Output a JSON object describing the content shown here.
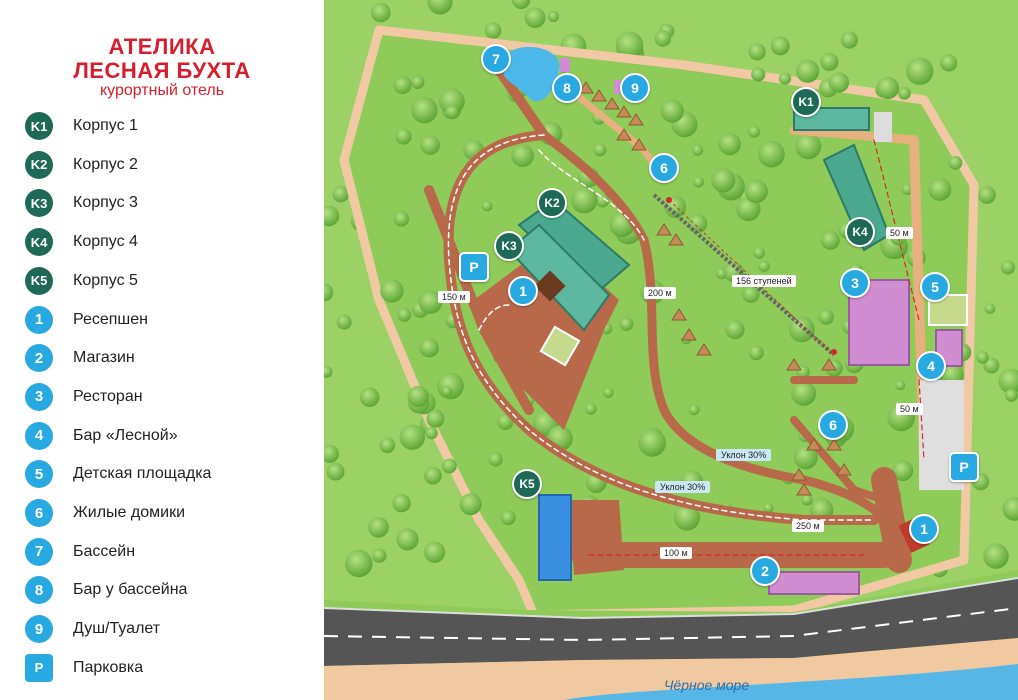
{
  "brand": {
    "line1": "АТЕЛИКА",
    "line2": "ЛЕСНАЯ БУХТА",
    "subtitle": "курортный отель"
  },
  "colors": {
    "accent_red": "#d81e2c",
    "dark_badge": "#1f6a57",
    "blue_badge": "#29a9e1",
    "lawn": "#8fcb58",
    "path": "#b8694a",
    "border_path": "#f2c9a5",
    "road": "#555555",
    "beach": "#f1c9a0",
    "sea": "#56b7e6"
  },
  "legend": [
    {
      "badge": "K1",
      "label": "Корпус 1",
      "style": "dark"
    },
    {
      "badge": "K2",
      "label": "Корпус 2",
      "style": "dark"
    },
    {
      "badge": "K3",
      "label": "Корпус 3",
      "style": "dark"
    },
    {
      "badge": "K4",
      "label": "Корпус 4",
      "style": "dark"
    },
    {
      "badge": "K5",
      "label": "Корпус 5",
      "style": "dark"
    },
    {
      "badge": "1",
      "label": "Ресепшен",
      "style": "blue"
    },
    {
      "badge": "2",
      "label": "Магазин",
      "style": "blue"
    },
    {
      "badge": "3",
      "label": "Ресторан",
      "style": "blue"
    },
    {
      "badge": "4",
      "label": "Бар «Лесной»",
      "style": "blue"
    },
    {
      "badge": "5",
      "label": "Детская площадка",
      "style": "blue"
    },
    {
      "badge": "6",
      "label": "Жилые домики",
      "style": "blue"
    },
    {
      "badge": "7",
      "label": "Бассейн",
      "style": "blue"
    },
    {
      "badge": "8",
      "label": "Бар у бассейна",
      "style": "blue"
    },
    {
      "badge": "9",
      "label": "Душ/Туалет",
      "style": "blue"
    },
    {
      "badge": "P",
      "label": "Парковка",
      "style": "square"
    }
  ],
  "map": {
    "markers": [
      {
        "text": "7"
      },
      {
        "text": "8"
      },
      {
        "text": "9"
      },
      {
        "text": "K1"
      },
      {
        "text": "6"
      },
      {
        "text": "K2"
      },
      {
        "text": "K3"
      },
      {
        "text": "K4"
      },
      {
        "text": "P"
      },
      {
        "text": "1"
      },
      {
        "text": "3"
      },
      {
        "text": "5"
      },
      {
        "text": "4"
      },
      {
        "text": "6"
      },
      {
        "text": "P"
      },
      {
        "text": "K5"
      },
      {
        "text": "1"
      },
      {
        "text": "2"
      }
    ],
    "distances": {
      "d150": "150 м",
      "d200": "200 м",
      "d50a": "50 м",
      "d50b": "50 м",
      "d250": "250 м",
      "d100": "100 м",
      "stairs": "156 ступеней"
    },
    "slopes": [
      "Уклон 30%",
      "Уклон 30%"
    ],
    "sea_label": "Чёрное море"
  }
}
